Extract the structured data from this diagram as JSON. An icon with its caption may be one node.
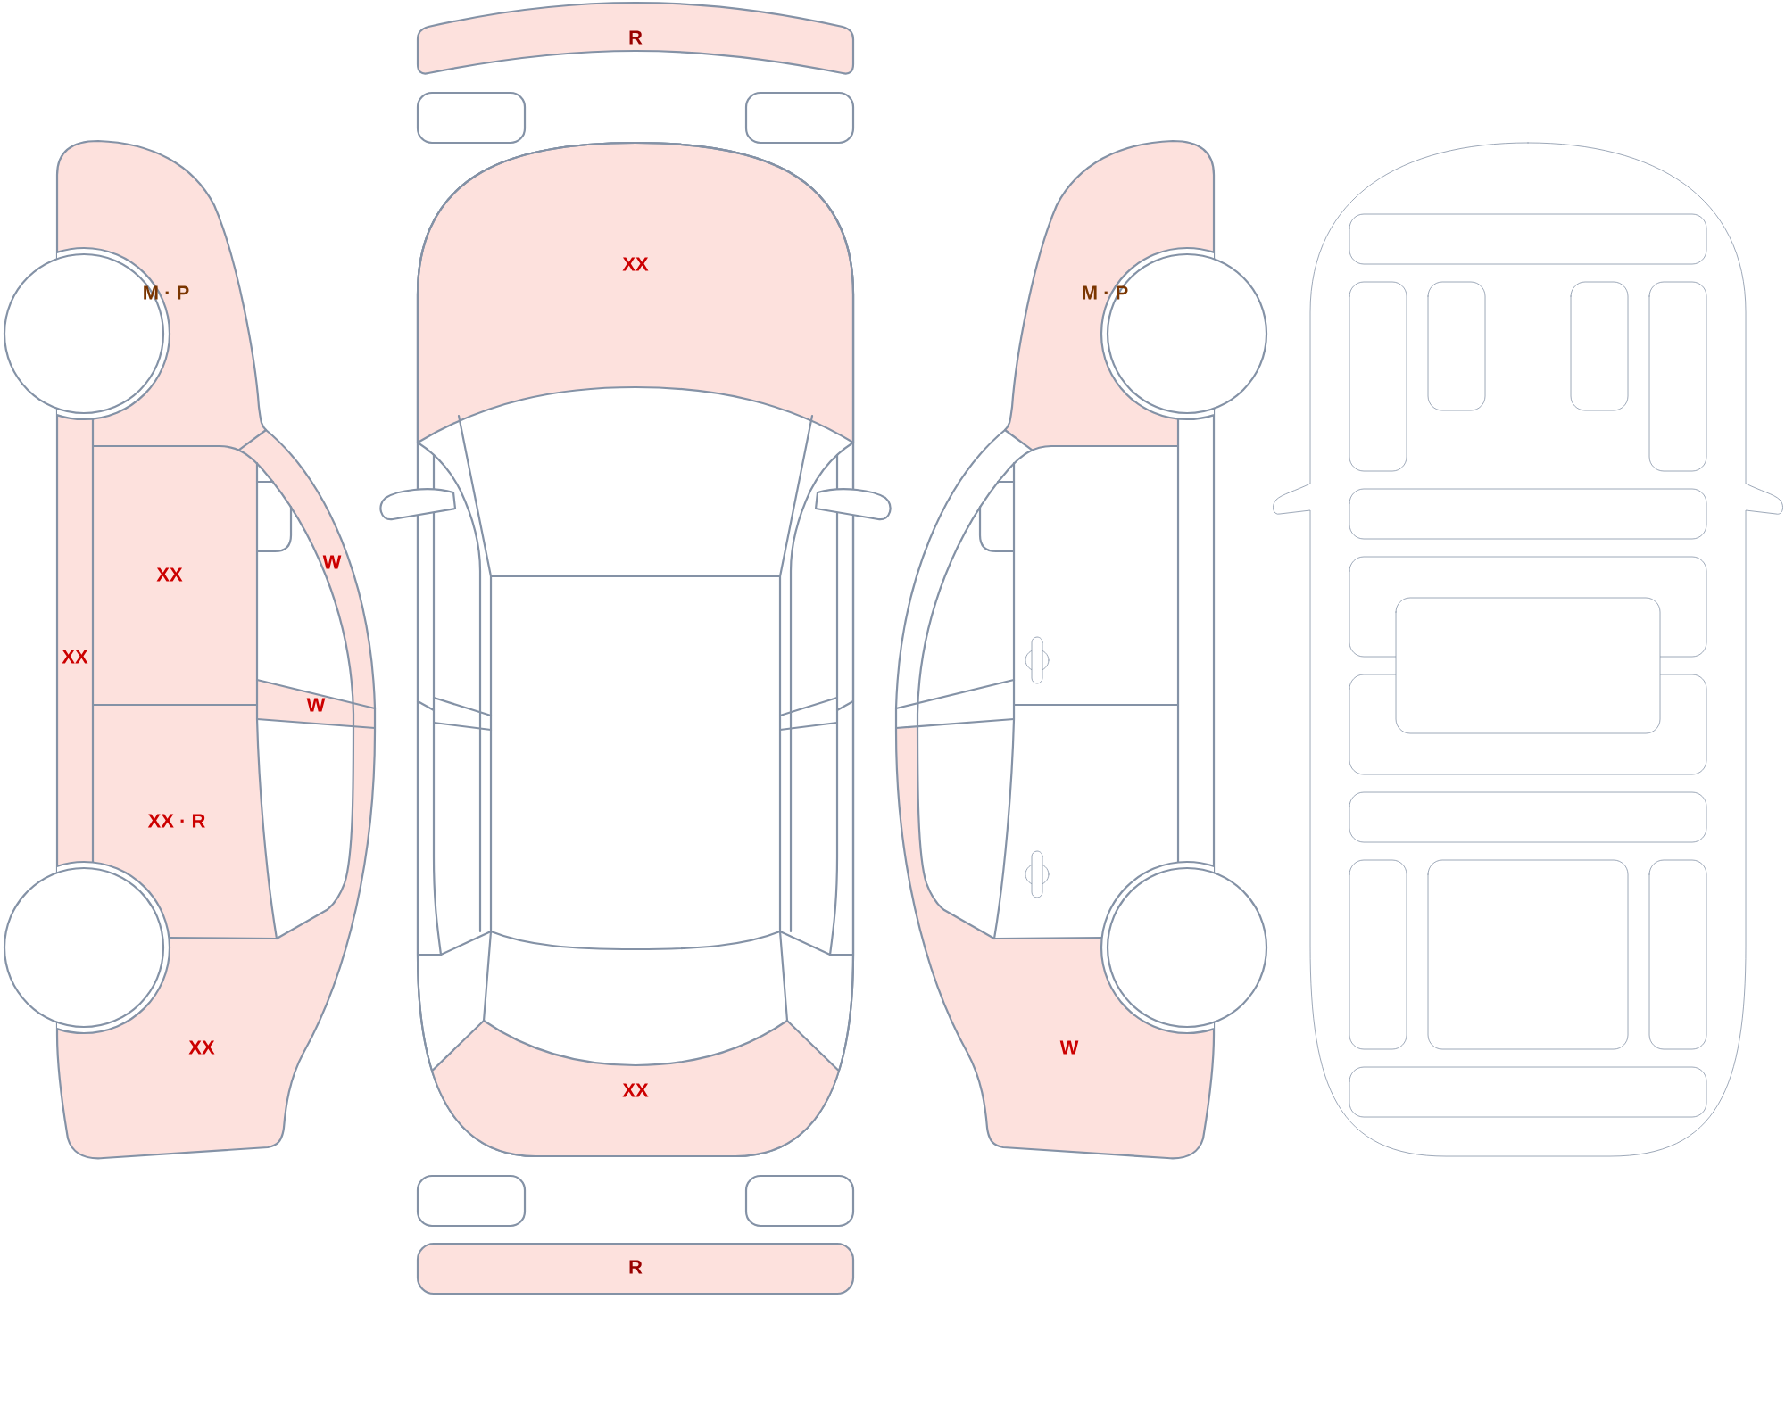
{
  "diagram": {
    "nodes": [
      {
        "text": [
          "M · P"
        ]
      },
      {
        "text": [
          "W"
        ]
      },
      {
        "text": [
          "XX"
        ]
      },
      {
        "text": [
          "XX"
        ]
      },
      {
        "text": [
          "W"
        ]
      },
      {
        "text": [
          "XX · R"
        ]
      },
      {
        "text": [
          "XX"
        ]
      },
      {
        "text": [
          "R"
        ]
      },
      {
        "text": [
          "XX"
        ]
      },
      {
        "text": [
          "XX"
        ]
      },
      {
        "text": [
          "R"
        ]
      },
      {
        "text": [
          "M · P"
        ]
      },
      {
        "text": [
          "W"
        ]
      }
    ]
  }
}
